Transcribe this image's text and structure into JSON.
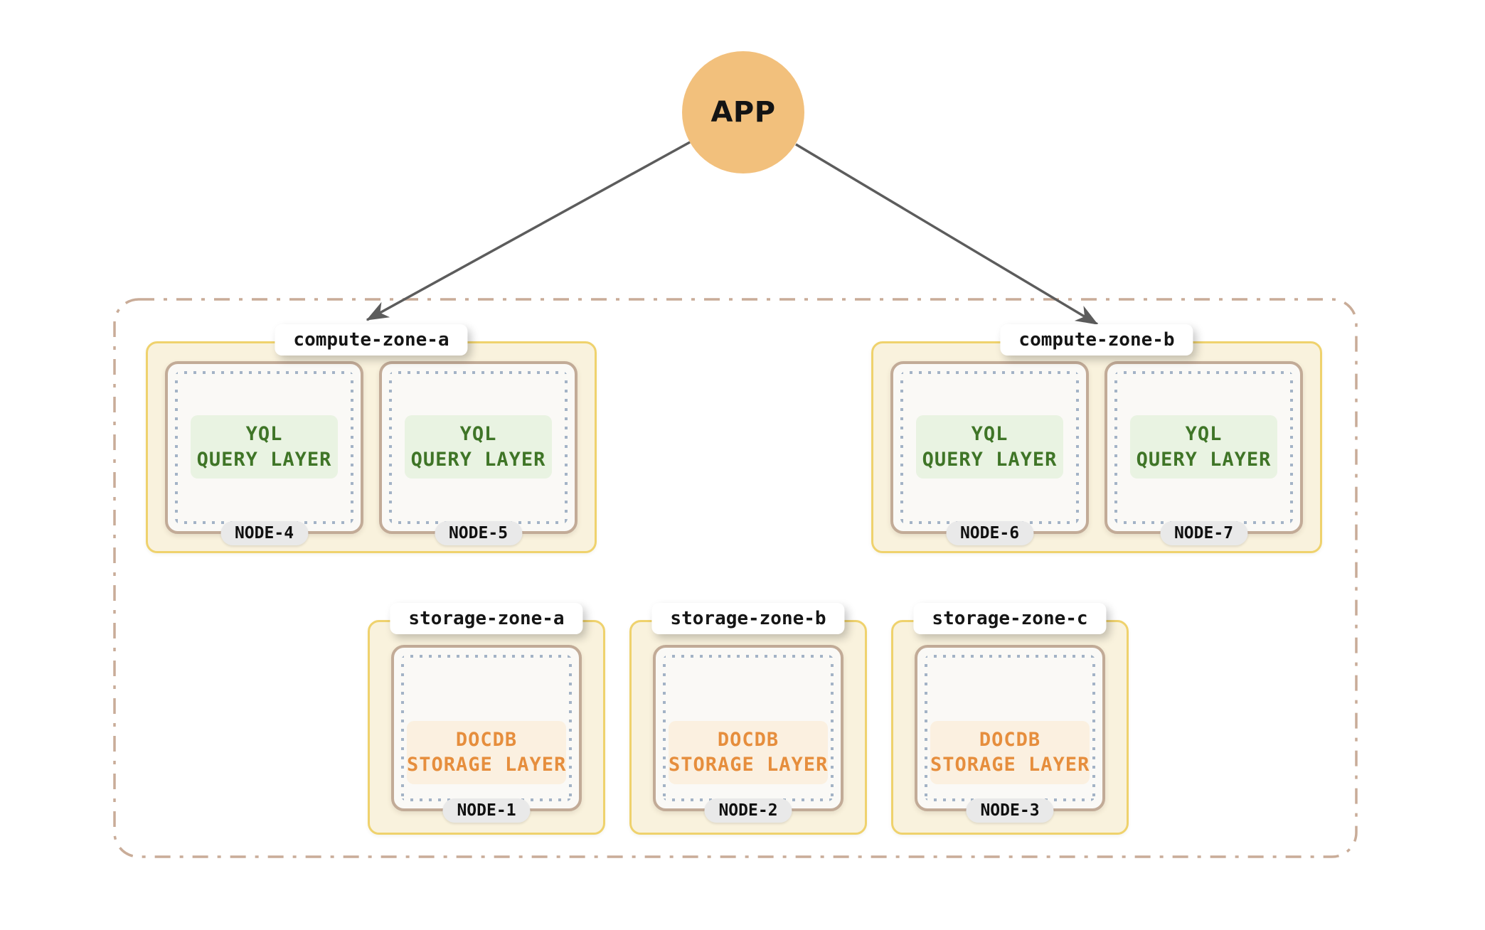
{
  "app": {
    "label": "APP"
  },
  "cluster": {
    "compute_zones": [
      {
        "label": "compute-zone-a",
        "nodes": [
          {
            "name": "NODE-4",
            "layer_line1": "YQL",
            "layer_line2": "QUERY LAYER"
          },
          {
            "name": "NODE-5",
            "layer_line1": "YQL",
            "layer_line2": "QUERY LAYER"
          }
        ]
      },
      {
        "label": "compute-zone-b",
        "nodes": [
          {
            "name": "NODE-6",
            "layer_line1": "YQL",
            "layer_line2": "QUERY LAYER"
          },
          {
            "name": "NODE-7",
            "layer_line1": "YQL",
            "layer_line2": "QUERY LAYER"
          }
        ]
      }
    ],
    "storage_zones": [
      {
        "label": "storage-zone-a",
        "node": {
          "name": "NODE-1",
          "layer_line1": "DOCDB",
          "layer_line2": "STORAGE LAYER"
        }
      },
      {
        "label": "storage-zone-b",
        "node": {
          "name": "NODE-2",
          "layer_line1": "DOCDB",
          "layer_line2": "STORAGE LAYER"
        }
      },
      {
        "label": "storage-zone-c",
        "node": {
          "name": "NODE-3",
          "layer_line1": "DOCDB",
          "layer_line2": "STORAGE LAYER"
        }
      }
    ]
  },
  "colors": {
    "app_circle": "#F2C07C",
    "arrow": "#5C5C5C",
    "cluster_border": "#C9AC98",
    "zone_border": "#EFD26D",
    "zone_bg": "#F9F2DD",
    "node_border": "#C2AB97",
    "node_bg": "#FAF9F6",
    "dotted_inner_border": "#9FB0C4",
    "query_layer_text": "#3F7527",
    "query_layer_bg": "#E9F3E2",
    "storage_layer_text": "#E68E3D",
    "storage_layer_bg": "#FBF0E0",
    "node_pill_bg": "#E9E9E9",
    "label_bg": "#FFFFFF"
  }
}
